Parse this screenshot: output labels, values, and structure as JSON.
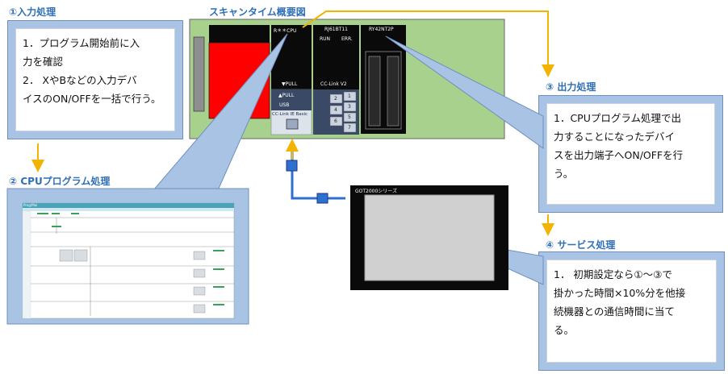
{
  "colors": {
    "accent": "#2f6fb7",
    "arrow": "#f2b400",
    "callout_fill": "#a9c3e4",
    "plc_base": "#a9d18e",
    "module_dark": "#0a0a0a",
    "power_red": "#ff0000"
  },
  "sections": {
    "input": {
      "heading": "①入力処理",
      "lines": [
        "1．プログラム開始前に入",
        "力を確認",
        "2． XやBなどの入力デバ",
        "イスのON/OFFを一括で行う。"
      ]
    },
    "overview": {
      "heading": "スキャンタイム概要図"
    },
    "output": {
      "heading": "③ 出力処理",
      "lines": [
        "1．CPUプログラム処理で出",
        "力することになったデバイ",
        "スを出力端子へON/OFFを行",
        "う。"
      ]
    },
    "cpu": {
      "heading": "② CPUプログラム処理"
    },
    "service": {
      "heading": "④ サービス処理",
      "lines": [
        "1． 初期設定なら①～③で",
        "掛かった時間×10%分を他接",
        "続機器との通信時間に当て",
        "る。"
      ]
    }
  },
  "plc": {
    "cpu_label": "R＊＊CPU",
    "pull1": "▼PULL",
    "pull2": "▲PULL",
    "usb": "USB",
    "cclink_ie": "CC-Link IE Basic",
    "rj_label": "RJ61BT11",
    "run": "RUN",
    "err": "ERR.",
    "cclink_v2": "CC-Link V2",
    "ry_label": "RY42NT2P",
    "station_numbers": [
      "1",
      "2",
      "3",
      "4",
      "5",
      "6",
      "7"
    ]
  },
  "got": {
    "label": "GOT2000シリーズ"
  },
  "ladder": {
    "toolbar_text": "Prog/Mai"
  }
}
